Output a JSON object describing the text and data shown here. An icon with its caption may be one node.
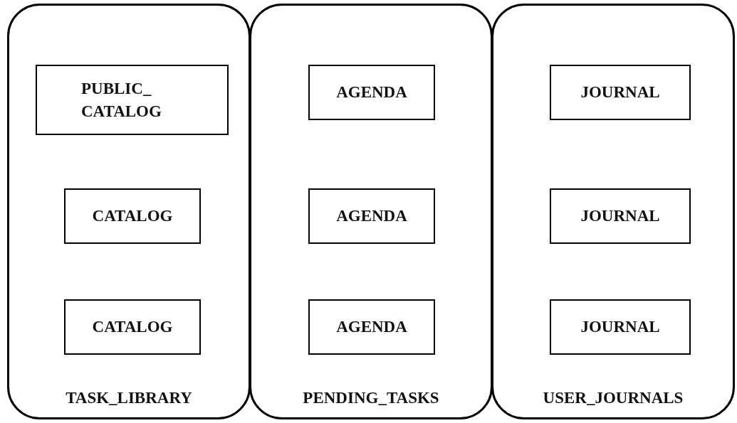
{
  "diagram": {
    "nodes": [
      {
        "text": [
          "TASK_LIBRARY"
        ]
      },
      {
        "text": [
          "PUBLIC_ CATALOG"
        ],
        "in": 0
      },
      {
        "text": [
          "CATALOG"
        ],
        "in": 0
      },
      {
        "text": [
          "CATALOG"
        ],
        "in": 0
      },
      {
        "text": [
          "PENDING_TASKS"
        ]
      },
      {
        "text": [
          "AGENDA"
        ],
        "in": 4
      },
      {
        "text": [
          "AGENDA"
        ],
        "in": 4
      },
      {
        "text": [
          "AGENDA"
        ],
        "in": 4
      },
      {
        "text": [
          "USER_JOURNALS"
        ]
      },
      {
        "text": [
          "JOURNAL"
        ],
        "in": 8
      },
      {
        "text": [
          "JOURNAL"
        ],
        "in": 8
      },
      {
        "text": [
          "JOURNAL"
        ],
        "in": 8
      }
    ]
  }
}
